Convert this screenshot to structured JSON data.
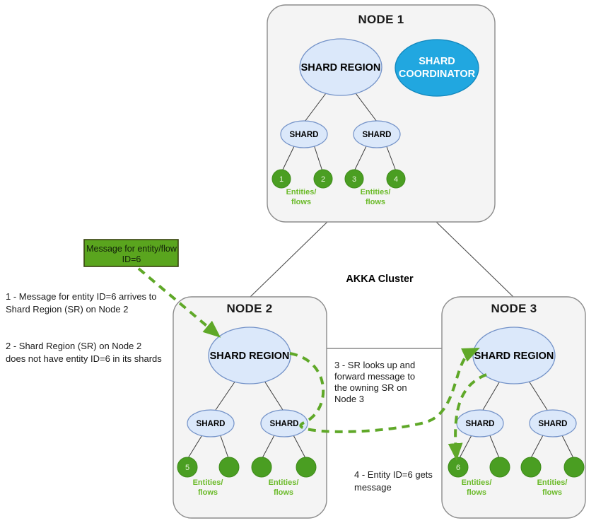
{
  "diagram": {
    "cluster_label": "AKKA Cluster",
    "colors": {
      "node_fill": "#f4f4f4",
      "node_stroke": "#8c8c8c",
      "shard_region_fill": "#dbe8fa",
      "shard_region_stroke": "#7392c8",
      "shard_coordinator_fill": "#21a7e0",
      "entity_fill": "#4a9e22",
      "entity_label": "#6aba28",
      "message_box_fill": "#5aa51e",
      "flow_arrow": "#5fa828"
    },
    "nodes": [
      {
        "id": "node1",
        "title": "NODE 1",
        "shard_region_label": "SHARD REGION",
        "coordinator_label_line1": "SHARD",
        "coordinator_label_line2": "COORDINATOR",
        "has_coordinator": true,
        "shards": [
          {
            "label": "SHARD",
            "entities_label_line1": "Entities/",
            "entities_label_line2": "flows",
            "entities": [
              "1",
              "2"
            ]
          },
          {
            "label": "SHARD",
            "entities_label_line1": "Entities/",
            "entities_label_line2": "flows",
            "entities": [
              "3",
              "4"
            ]
          }
        ]
      },
      {
        "id": "node2",
        "title": "NODE 2",
        "shard_region_label": "SHARD REGION",
        "has_coordinator": false,
        "shards": [
          {
            "label": "SHARD",
            "entities_label_line1": "Entities/",
            "entities_label_line2": "flows",
            "entities": [
              "5",
              ""
            ]
          },
          {
            "label": "SHARD",
            "entities_label_line1": "Entities/",
            "entities_label_line2": "flows",
            "entities": [
              "",
              ""
            ]
          }
        ]
      },
      {
        "id": "node3",
        "title": "NODE 3",
        "shard_region_label": "SHARD REGION",
        "has_coordinator": false,
        "shards": [
          {
            "label": "SHARD",
            "entities_label_line1": "Entities/",
            "entities_label_line2": "flows",
            "entities": [
              "6",
              ""
            ]
          },
          {
            "label": "SHARD",
            "entities_label_line1": "Entities/",
            "entities_label_line2": "flows",
            "entities": [
              "",
              ""
            ]
          }
        ]
      }
    ],
    "message_box": {
      "line1": "Message for entity/flow",
      "line2": "ID=6"
    },
    "annotations": [
      {
        "id": "step1",
        "lines": [
          "1 - Message for entity ID=6 arrives to",
          "Shard Region (SR) on Node 2"
        ]
      },
      {
        "id": "step2",
        "lines": [
          "2 - Shard Region (SR) on Node 2",
          "does not have entity ID=6 in its shards"
        ]
      },
      {
        "id": "step3",
        "lines": [
          "3 - SR looks up and",
          "forward message to",
          "the owning SR on",
          "Node 3"
        ]
      },
      {
        "id": "step4",
        "lines": [
          "4 - Entity ID=6 gets",
          "message"
        ]
      }
    ]
  }
}
